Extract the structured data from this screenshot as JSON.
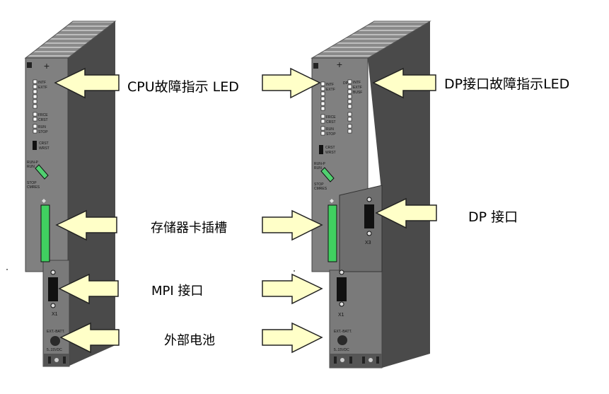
{
  "callouts": {
    "cpu_fault_led": "CPU故障指示 LED",
    "dp_fault_led": "DP接口故障指示LED",
    "memory_card_slot": "存储器卡插槽",
    "dp_port": "DP 接口",
    "mpi_port": "MPI 接口",
    "external_battery": "外部电池"
  },
  "module_left": {
    "leds": [
      "INTF",
      "EXTF",
      "",
      "",
      "",
      "",
      "FRCE",
      "CRST",
      "RUN",
      "STOP"
    ],
    "reset_switch": [
      "CRST",
      "WRST"
    ],
    "mode_switch": [
      "RUN-P",
      "RUN",
      "STOP",
      "CMRES"
    ],
    "port_label": "X1",
    "battery_label": "EXT.-BATT.",
    "battery_voltage": "5..15VDC"
  },
  "module_right": {
    "leds": [
      "INTF",
      "EXTF",
      "",
      "",
      "",
      "",
      "FRCE",
      "CRST",
      "RUN",
      "STOP"
    ],
    "dp_group_label": "DP",
    "dp_leds": [
      "INTF",
      "EXTF",
      "BUSF"
    ],
    "reset_switch": [
      "CRST",
      "WRST"
    ],
    "mode_switch": [
      "RUN-P",
      "RUN",
      "STOP",
      "CMRES"
    ],
    "dp_port_label": "X3",
    "port_label": "X1",
    "battery_label": "EXT.-BATT.",
    "battery_voltage": "5..15VDC"
  },
  "colors": {
    "module_face": "#7f7f7f",
    "module_side": "#4a4a4a",
    "module_top": "#9a9a9a",
    "arrow_fill": "#ffffc8",
    "slot_green": "#40d060",
    "switch_green": "#50d070"
  }
}
